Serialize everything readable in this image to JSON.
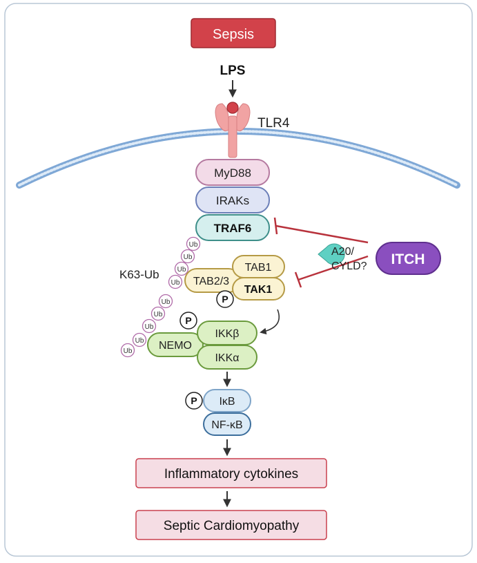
{
  "nodes": {
    "sepsis": "Sepsis",
    "lps": "LPS",
    "tlr4": "TLR4",
    "myd88": "MyD88",
    "iraks": "IRAKs",
    "traf6": "TRAF6",
    "tab1": "TAB1",
    "tab23": "TAB2/3",
    "tak1": "TAK1",
    "k63": "K63-Ub",
    "ub": "Ub",
    "p": "P",
    "ikkb": "IKKβ",
    "ikka": "IKKα",
    "nemo": "NEMO",
    "ikb": "IκB",
    "nfkb": "NF-κB",
    "a20_line1": "A20/",
    "a20_line2": "CYLD?",
    "itch": "ITCH",
    "cytokines": "Inflammatory cytokines",
    "cardio": "Septic Cardiomyopathy"
  },
  "colors": {
    "sepsis": "#d2424a",
    "itch": "#8a4fbf",
    "inhibit": "#b8323c",
    "membrane": "#7fa8d6",
    "tlr4": "#f1a3a3",
    "myd88": "#f3dbe8",
    "iraks": "#dfe4f5",
    "traf6": "#d5efee",
    "tab": "#fbf3d3",
    "ikk": "#dcf0c4",
    "ikb": "#dcebf7",
    "ub": "#b06aa8",
    "output": "#f5dde4",
    "a20": "#5fd0c3"
  }
}
